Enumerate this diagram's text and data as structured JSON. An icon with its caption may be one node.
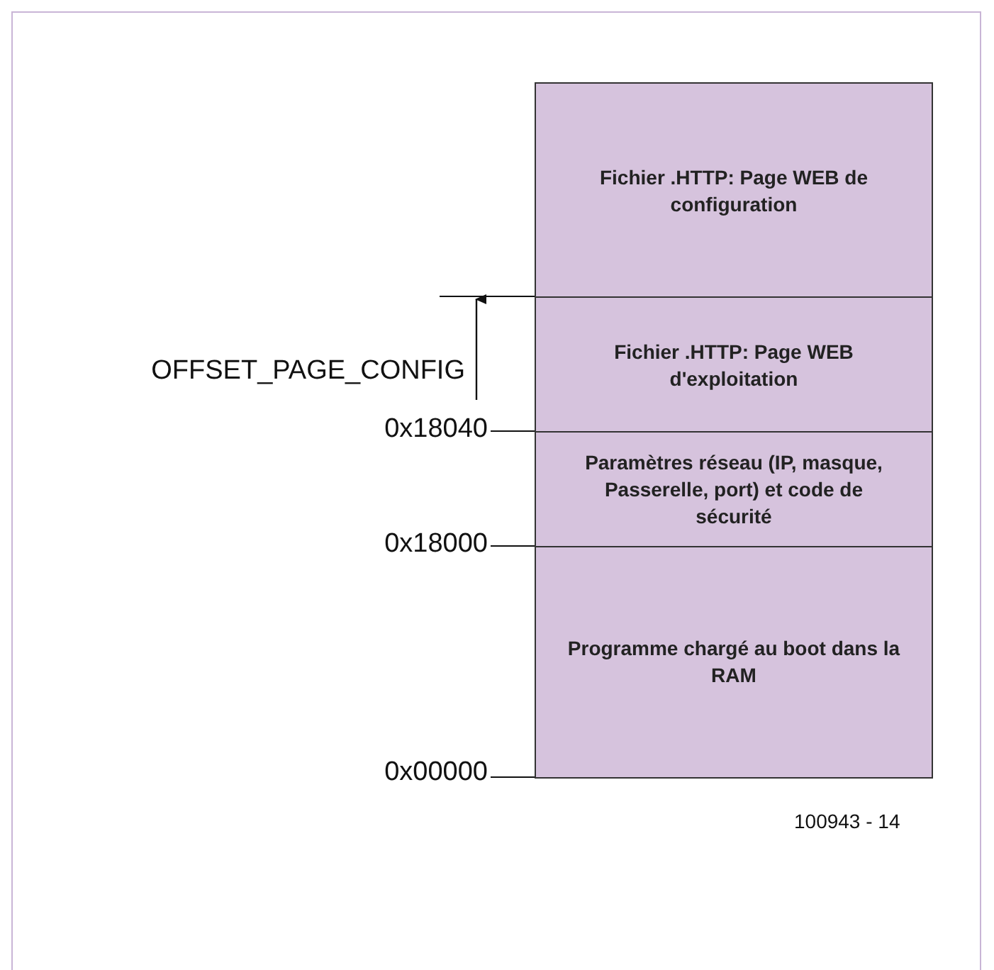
{
  "diagram": {
    "nodes": [
      {
        "text": [
          "Fichier .HTTP: Page WEB de configuration"
        ]
      },
      {
        "text": [
          "Fichier .HTTP: Page WEB d'exploitation"
        ]
      },
      {
        "text": [
          "Paramètres réseau (IP, masque, Passerelle, port) et code de sécurité"
        ]
      },
      {
        "text": [
          "Programme chargé au boot dans la RAM"
        ]
      }
    ],
    "labels": [
      "OFFSET_PAGE_CONFIG",
      "0x18040",
      "0x18000",
      "0x00000",
      "100943 - 14"
    ]
  }
}
